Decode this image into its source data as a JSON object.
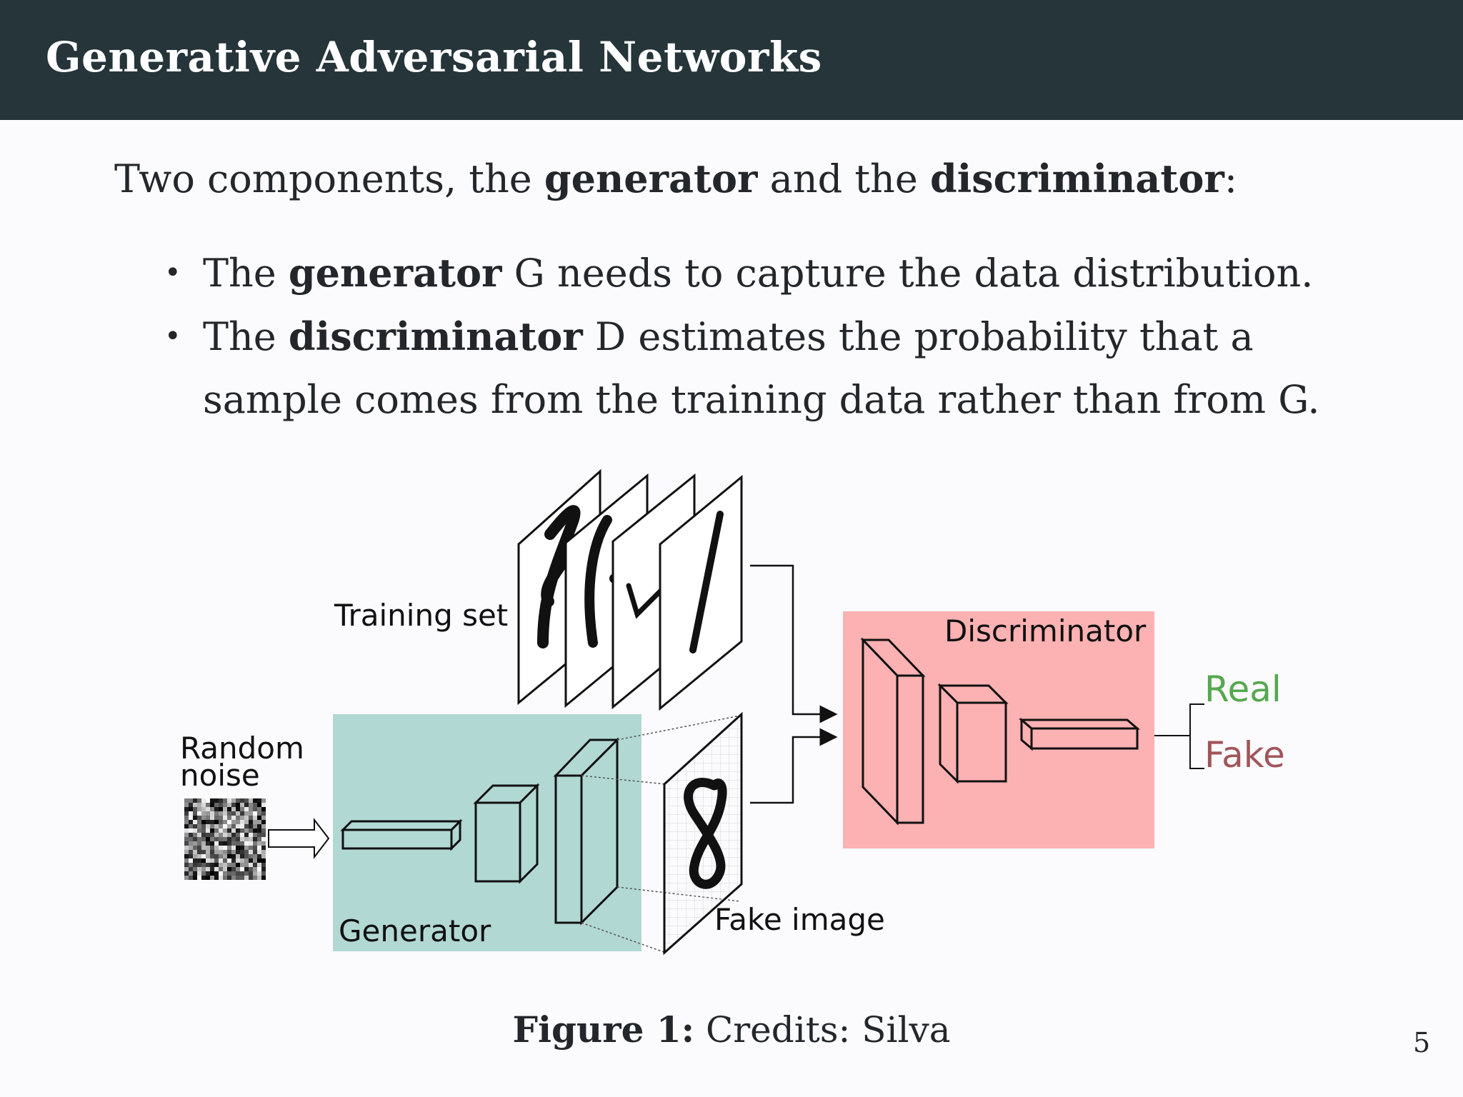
{
  "header": {
    "title": "Generative Adversarial Networks"
  },
  "intro": {
    "pre": "Two components, the ",
    "term1": "generator",
    "mid": " and the ",
    "term2": "discriminator",
    "post": ":"
  },
  "bullets": [
    {
      "pre": "The ",
      "term": "generator",
      "post": " G needs to capture the data distribution."
    },
    {
      "pre": "The ",
      "term": "discriminator",
      "post": " D estimates the probability that a sample comes from the training data rather than from G."
    }
  ],
  "diagram": {
    "training_label": "Training set",
    "noise_label_1": "Random",
    "noise_label_2": "noise",
    "generator_label": "Generator",
    "fake_image_label": "Fake image",
    "discriminator_label": "Discriminator",
    "real_label": "Real",
    "fake_label": "Fake",
    "colors": {
      "generator_bg": "#b2d8d4",
      "discriminator_bg": "#fcb1b2",
      "real": "#55a84f",
      "fake": "#a0555a"
    }
  },
  "caption": {
    "prefix": "Figure 1:",
    "text": " Credits: Silva"
  },
  "page_number": "5"
}
